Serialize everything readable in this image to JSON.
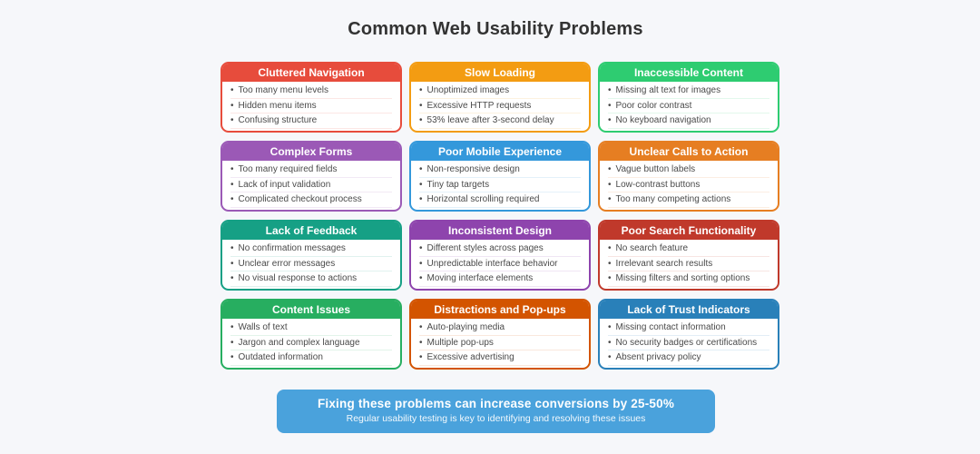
{
  "page": {
    "title": "Common Web Usability Problems",
    "background_color": "#f6f7fa"
  },
  "cards": [
    {
      "title": "Cluttered Navigation",
      "color": "#e74c3c",
      "items": [
        "Too many menu levels",
        "Hidden menu items",
        "Confusing structure"
      ]
    },
    {
      "title": "Slow Loading",
      "color": "#f39c12",
      "items": [
        "Unoptimized images",
        "Excessive HTTP requests",
        "53% leave after 3-second delay"
      ]
    },
    {
      "title": "Inaccessible Content",
      "color": "#2ecc71",
      "items": [
        "Missing alt text for images",
        "Poor color contrast",
        "No keyboard navigation"
      ]
    },
    {
      "title": "Complex Forms",
      "color": "#9b59b6",
      "items": [
        "Too many required fields",
        "Lack of input validation",
        "Complicated checkout process"
      ]
    },
    {
      "title": "Poor Mobile Experience",
      "color": "#3498db",
      "items": [
        "Non-responsive design",
        "Tiny tap targets",
        "Horizontal scrolling required"
      ]
    },
    {
      "title": "Unclear Calls to Action",
      "color": "#e67e22",
      "items": [
        "Vague button labels",
        "Low-contrast buttons",
        "Too many competing actions"
      ]
    },
    {
      "title": "Lack of Feedback",
      "color": "#16a085",
      "items": [
        "No confirmation messages",
        "Unclear error messages",
        "No visual response to actions"
      ]
    },
    {
      "title": "Inconsistent Design",
      "color": "#8e44ad",
      "items": [
        "Different styles across pages",
        "Unpredictable interface behavior",
        "Moving interface elements"
      ]
    },
    {
      "title": "Poor Search Functionality",
      "color": "#c0392b",
      "items": [
        "No search feature",
        "Irrelevant search results",
        "Missing filters and sorting options"
      ]
    },
    {
      "title": "Content Issues",
      "color": "#27ae60",
      "items": [
        "Walls of text",
        "Jargon and complex language",
        "Outdated information"
      ]
    },
    {
      "title": "Distractions and Pop-ups",
      "color": "#d35400",
      "items": [
        "Auto-playing media",
        "Multiple pop-ups",
        "Excessive advertising"
      ]
    },
    {
      "title": "Lack of Trust Indicators",
      "color": "#2980b9",
      "items": [
        "Missing contact information",
        "No security badges or certifications",
        "Absent privacy policy"
      ]
    }
  ],
  "footer": {
    "headline": "Fixing these problems can increase conversions by 25-50%",
    "subtext": "Regular usability testing is key to identifying and resolving these issues",
    "color": "#4aa2dc"
  }
}
